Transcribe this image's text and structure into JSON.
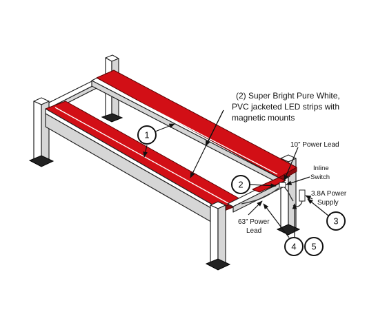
{
  "labels": {
    "led_strips": [
      "(2) Super Bright Pure White,",
      "PVC jacketed LED strips with",
      "magnetic mounts"
    ],
    "power_lead_10": "10” Power Lead",
    "inline_switch": [
      "Inline",
      "Switch"
    ],
    "power_supply": [
      "3.8A Power",
      "Supply"
    ],
    "power_lead_63": [
      "63” Power",
      "Lead"
    ]
  },
  "callouts": [
    "1",
    "2",
    "3",
    "4",
    "5"
  ],
  "colors": {
    "led_strip": "#d20f16",
    "frame": "#ffffff",
    "outline": "#222222"
  }
}
